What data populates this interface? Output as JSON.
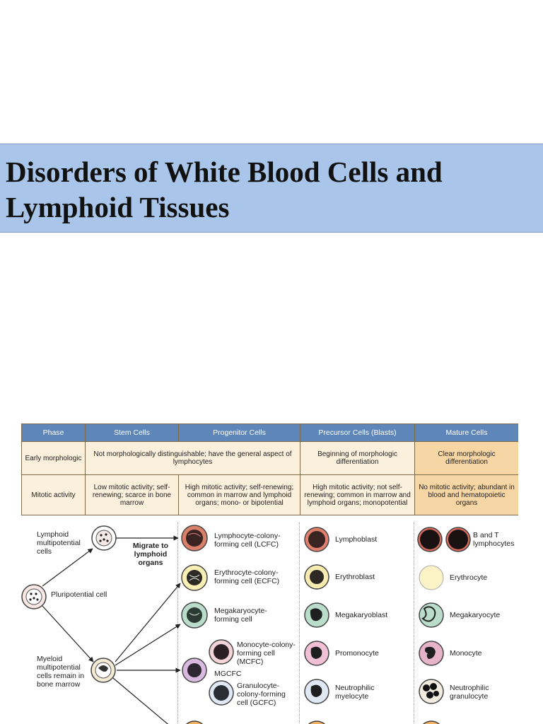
{
  "slide": {
    "title": "Disorders of White Blood Cells and Lymphoid Tissues"
  },
  "table": {
    "headers": [
      "Phase",
      "Stem Cells",
      "Progenitor Cells",
      "Precursor Cells (Blasts)",
      "Mature Cells"
    ],
    "early": {
      "label": "Early morphologic",
      "stem_progenitor": "Not morphologically distinguishable; have the general aspect of lymphocytes",
      "precursor": "Beginning of morphologic differentiation",
      "mature": "Clear morphologic differentiation"
    },
    "mitotic": {
      "label": "Mitotic activity",
      "stem": "Low mitotic activity; self-renewing; scarce in bone marrow",
      "progenitor": "High mitotic activity; self-renewing; common in marrow and lymphoid organs; mono- or bipotential",
      "precursor": "High mitotic activity; not self-renewing; common in marrow and lymphoid organs; monopotential",
      "mature": "No mitotic activity; abundant in blood and hematopoietic organs"
    }
  },
  "diagram": {
    "lymphoid": "Lymphoid multipotential cells",
    "migrate": "Migrate to lymphoid organs",
    "pluripotential": "Pluripotential cell",
    "myeloid": "Myeloid multipotential cells remain in bone marrow",
    "lcfc": "Lymphocyte-colony-forming cell (LCFC)",
    "ecfc": "Erythrocyte-colony-forming cell (ECFC)",
    "mgk_forming": "Megakaryocyte-forming cell",
    "mcfc": "Monocyte-colony-forming cell (MCFC)",
    "mgcfc": "MGCFC",
    "gcfc": "Granulocyte-colony-forming cell (GCFC)",
    "lymphoblast": "Lymphoblast",
    "erythroblast": "Erythroblast",
    "megakaryoblast": "Megakaryoblast",
    "promonocyte": "Promonocyte",
    "neut_myelocyte": "Neutrophilic myelocyte",
    "bt_lymphocytes": "B and T lymphocytes",
    "erythrocyte": "Erythrocyte",
    "megakaryocyte": "Megakaryocyte",
    "monocyte": "Monocyte",
    "neut_granulocyte": "Neutrophilic granulocyte"
  },
  "colors": {
    "banner": "#a9c6ea",
    "header": "#5e86b8",
    "table_bg": "#fbf0dc",
    "mature_bg": "#f7d6a6"
  }
}
